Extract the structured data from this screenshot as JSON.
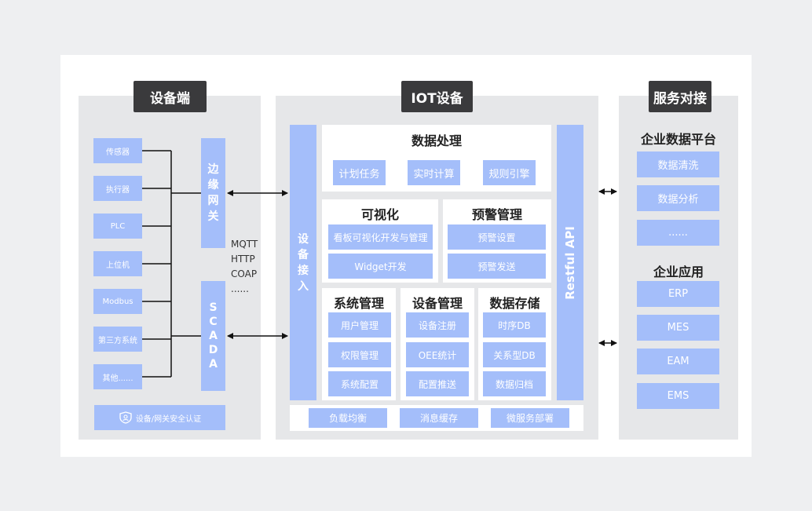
{
  "colors": {
    "chip": "#a4befa",
    "tag": "#3a3a3c",
    "panel": "#e6e7e9"
  },
  "device_side": {
    "title": "设备端",
    "devices": [
      "传感器",
      "执行器",
      "PLC",
      "上位机",
      "Modbus",
      "第三方系统",
      "其他......"
    ],
    "gateway_chars": [
      "边",
      "缘",
      "网",
      "关"
    ],
    "scada_chars": [
      "S",
      "C",
      "A",
      "D",
      "A"
    ],
    "security_label": "设备/网关安全认证",
    "security_icon": "shield-icon",
    "protocols": [
      "MQTT",
      "HTTP",
      "COAP",
      "......"
    ]
  },
  "iot": {
    "title": "IOT设备",
    "access_chars": [
      "设",
      "备",
      "接",
      "入"
    ],
    "restful": "Restful API",
    "data_processing": {
      "title": "数据处理",
      "items": [
        "计划任务",
        "实时计算",
        "规则引擎"
      ]
    },
    "visualization": {
      "title": "可视化",
      "items": [
        "看板可视化开发与管理",
        "Widget开发"
      ]
    },
    "alert": {
      "title": "预警管理",
      "items": [
        "预警设置",
        "预警发送"
      ]
    },
    "system": {
      "title": "系统管理",
      "items": [
        "用户管理",
        "权限管理",
        "系统配置"
      ]
    },
    "device_mgmt": {
      "title": "设备管理",
      "items": [
        "设备注册",
        "OEE统计",
        "配置推送"
      ]
    },
    "storage": {
      "title": "数据存储",
      "items": [
        "时序DB",
        "关系型DB",
        "数据归档"
      ]
    },
    "bottom": [
      "负载均衡",
      "消息缓存",
      "微服务部署"
    ]
  },
  "service": {
    "title": "服务对接",
    "data_platform": {
      "title": "企业数据平台",
      "items": [
        "数据清洗",
        "数据分析",
        "......"
      ]
    },
    "apps": {
      "title": "企业应用",
      "items": [
        "ERP",
        "MES",
        "EAM",
        "EMS"
      ]
    }
  }
}
